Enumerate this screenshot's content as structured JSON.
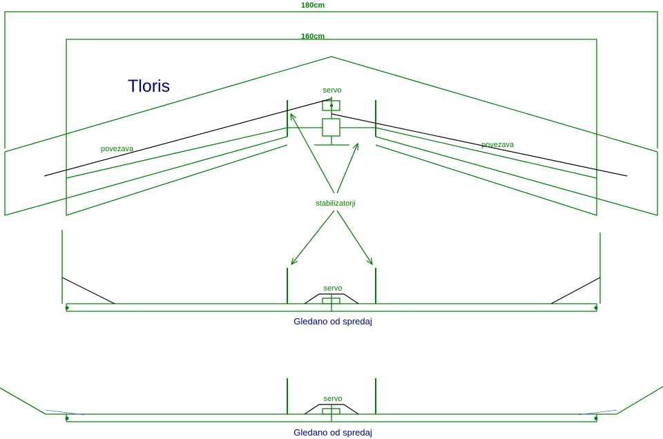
{
  "top_view": {
    "title": "Tloris",
    "dim_outer": "180cm",
    "dim_inner": "160cm",
    "servo_label": "servo",
    "link_left_label": "povezava",
    "link_right_label": "povezava",
    "stabilizers_label": "stabilizatorji"
  },
  "front_view_1": {
    "servo_label": "servo",
    "caption": "Gledano od spredaj"
  },
  "front_view_2": {
    "servo_label": "servo",
    "caption": "Gledano od spredaj"
  },
  "colors": {
    "lines": "#008000",
    "linkage": "#000000",
    "title": "#000080"
  }
}
